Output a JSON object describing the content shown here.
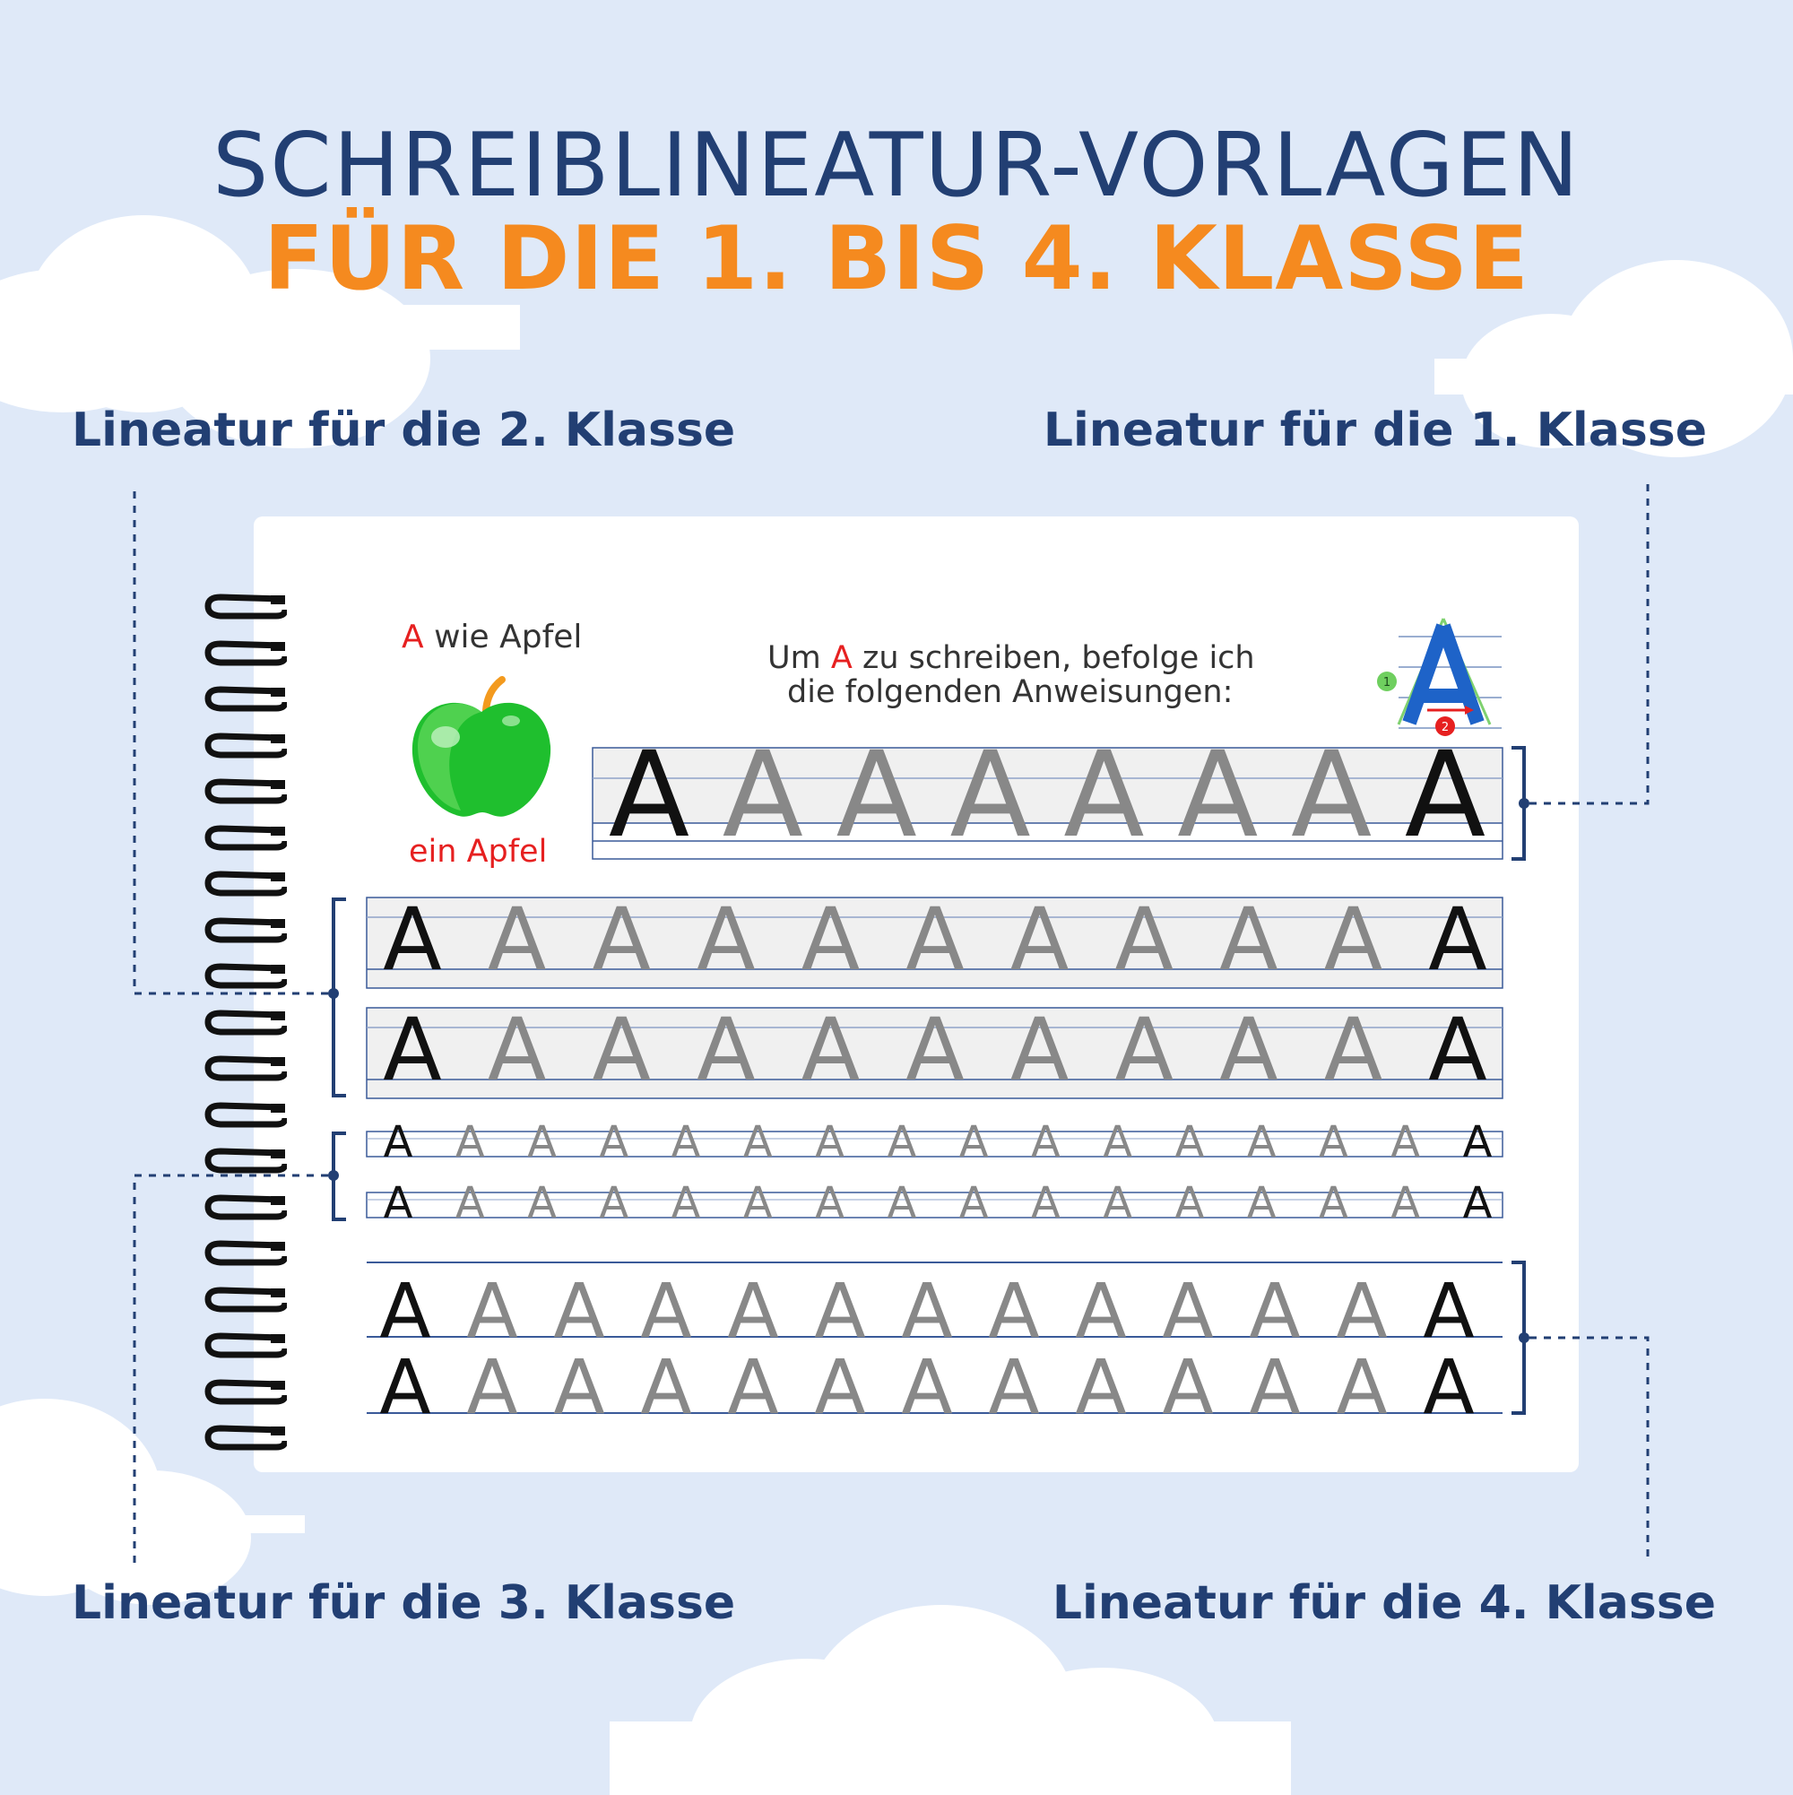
{
  "title": {
    "line1": "SCHREIBLINEATUR-VORLAGEN",
    "line2": "FÜR DIE 1. BIS 4. KLASSE"
  },
  "labels": {
    "class1": "Lineatur für die 1. Klasse",
    "class2": "Lineatur für die 2. Klasse",
    "class3": "Lineatur für die 3. Klasse",
    "class4": "Lineatur für die 4. Klasse"
  },
  "worksheet": {
    "letter": "A",
    "wie_text": "wie Apfel",
    "caption": "ein Apfel",
    "instruction_pre": "Um",
    "instruction_post": "zu schreiben, befolge ich",
    "instruction_line2": "die folgenden Anweisungen:",
    "guide_step1": "1",
    "guide_step2": "2",
    "apple_icon": "green-apple-icon"
  },
  "colors": {
    "title_blue": "#223f73",
    "title_orange": "#f58a1f",
    "accent_red": "#e62020",
    "line_blue": "#3a5a99",
    "trace_gray": "#888888",
    "background": "#dfe9f8"
  }
}
